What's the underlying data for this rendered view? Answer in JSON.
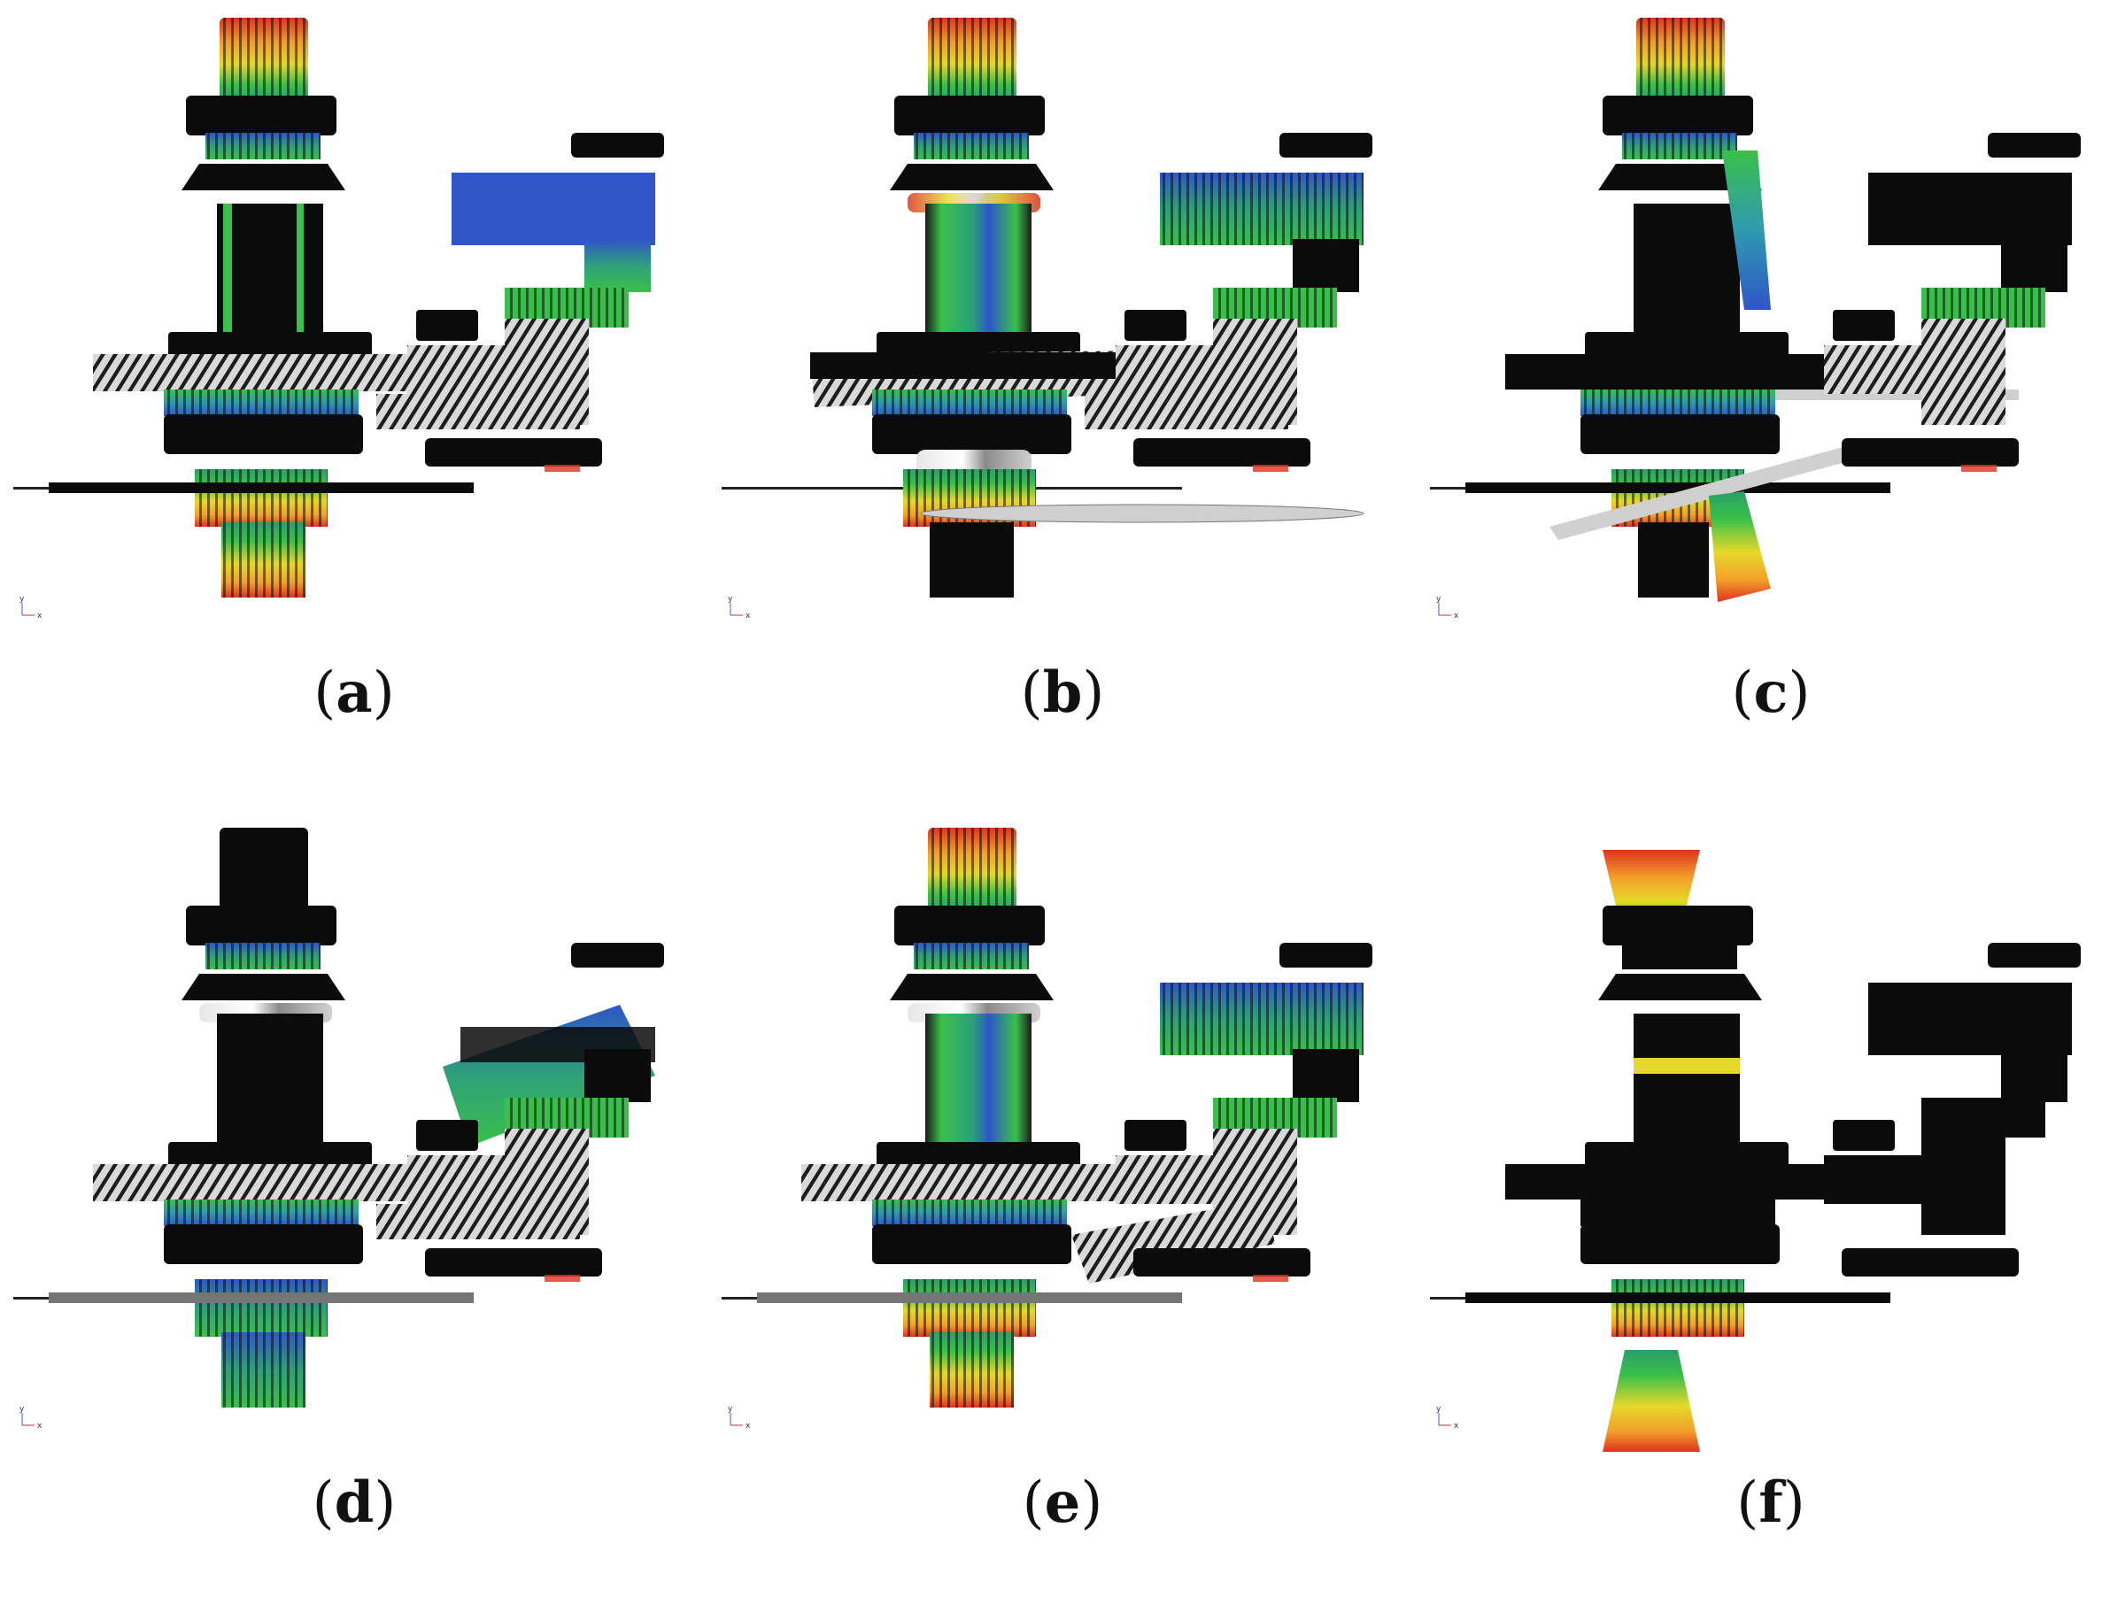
{
  "panels": [
    {
      "id": "a",
      "label": "a",
      "mode": "mixed"
    },
    {
      "id": "b",
      "label": "b",
      "mode": "smooth"
    },
    {
      "id": "c",
      "label": "c",
      "mode": "tilted"
    },
    {
      "id": "d",
      "label": "d",
      "mode": "tiltedGear"
    },
    {
      "id": "e",
      "label": "e",
      "mode": "smooth2"
    },
    {
      "id": "f",
      "label": "f",
      "mode": "dark"
    }
  ],
  "axis_triad": {
    "x_label": "x",
    "y_label": "y"
  },
  "colors": {
    "dark_part": "#0b0b0b",
    "gear_gray": "#b9b9b9",
    "blue": "#2f55c8",
    "green": "#39c04a",
    "yellow": "#e6d82a",
    "red": "#e0321f"
  }
}
